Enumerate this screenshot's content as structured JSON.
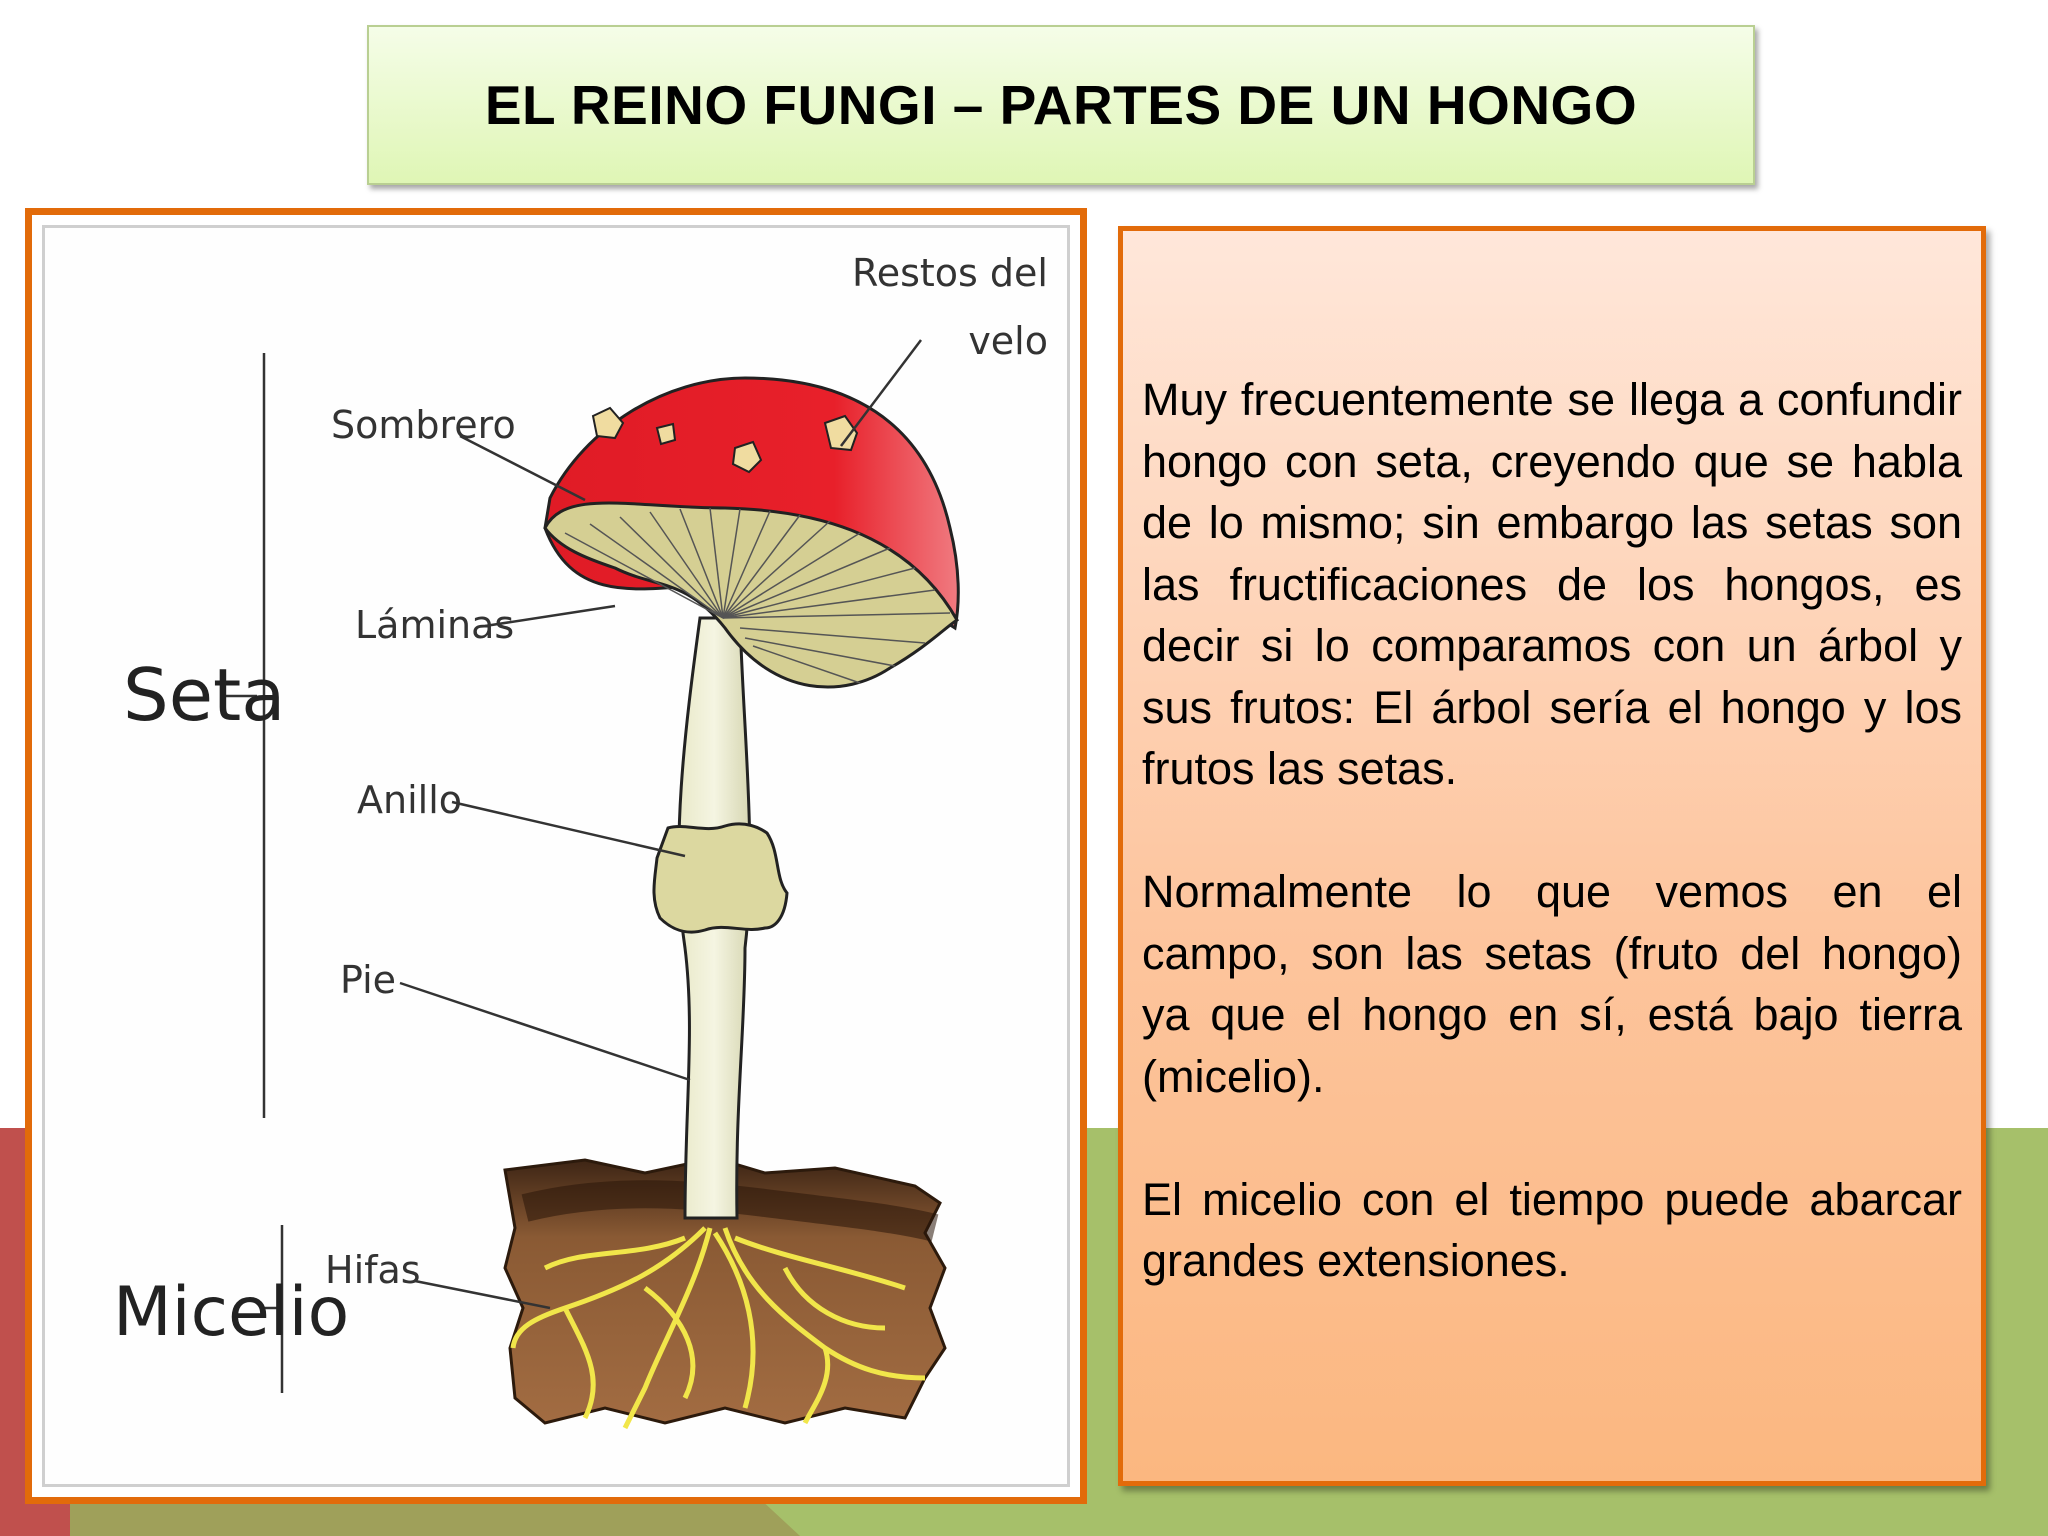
{
  "slide": {
    "title": "EL REINO FUNGI – PARTES DE UN HONGO"
  },
  "diagram": {
    "labels": {
      "seta": "Seta",
      "micelio": "Micelio",
      "sombrero": "Sombrero",
      "laminas": "Láminas",
      "anillo": "Anillo",
      "pie": "Pie",
      "hifas": "Hifas",
      "restos_line1": "Restos del",
      "restos_line2": "velo"
    }
  },
  "text_panel": {
    "paragraphs": [
      "Muy frecuentemente se llega a confundir hongo con seta, creyendo que se habla de lo mismo; sin embargo las setas son las fructificaciones de los hongos, es decir si lo comparamos con  un árbol y sus frutos: El árbol sería el hongo y los frutos las setas.",
      "Normalmente lo que vemos en el campo, son las setas (fruto del hongo) ya que el hongo en sí, está bajo tierra (micelio).",
      "El micelio con el tiempo puede abarcar grandes extensiones."
    ]
  },
  "colors": {
    "accent_orange": "#e26b0a",
    "title_green": "#dff6b5",
    "footer_green": "#a6c06a",
    "footer_red": "#c0504d",
    "cap_red": "#e8202a"
  }
}
